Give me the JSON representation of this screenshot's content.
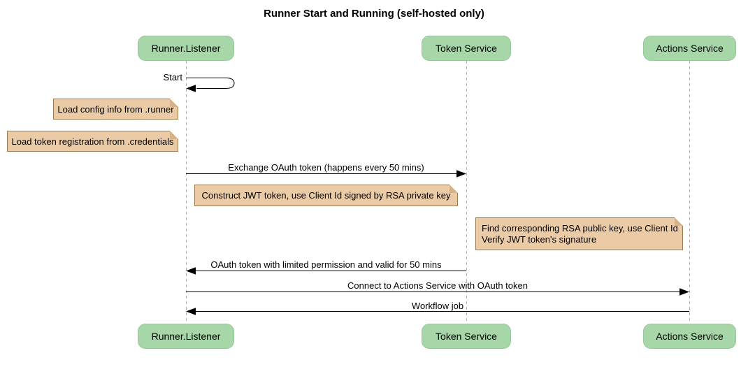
{
  "title": "Runner Start and Running (self-hosted only)",
  "participants": [
    {
      "id": "runner-listener",
      "label": "Runner.Listener"
    },
    {
      "id": "token-service",
      "label": "Token Service"
    },
    {
      "id": "actions-service",
      "label": "Actions Service"
    }
  ],
  "messages": [
    {
      "type": "self",
      "from": "runner-listener",
      "to": "runner-listener",
      "label": "Start"
    },
    {
      "type": "arrow",
      "from": "runner-listener",
      "to": "token-service",
      "label": "Exchange OAuth token (happens every 50 mins)"
    },
    {
      "type": "arrow",
      "from": "token-service",
      "to": "runner-listener",
      "label": "OAuth token with limited permission and valid for 50 mins"
    },
    {
      "type": "arrow",
      "from": "runner-listener",
      "to": "actions-service",
      "label": "Connect to Actions Service with OAuth token"
    },
    {
      "type": "arrow",
      "from": "actions-service",
      "to": "runner-listener",
      "label": "Workflow job"
    }
  ],
  "notes": [
    {
      "attached_to": "runner-listener",
      "side": "left",
      "label": "Load config info from .runner"
    },
    {
      "attached_to": "runner-listener",
      "side": "left",
      "label": "Load token registration from .credentials"
    },
    {
      "attached_to": "runner-listener",
      "side": "right",
      "label": "Construct JWT token, use Client Id signed by RSA private key"
    },
    {
      "attached_to": "actions-service",
      "side": "left",
      "lines": [
        "Find corresponding RSA public key, use Client Id",
        "Verify JWT token's signature"
      ]
    }
  ],
  "colors": {
    "participant_fill": "#a7d7a9",
    "participant_border": "#94c79a",
    "note_fill": "#eacba6",
    "note_border": "#9c7b50",
    "note_fold": "#d8b284",
    "lifeline": "#adadad",
    "arrow": "#000000"
  }
}
